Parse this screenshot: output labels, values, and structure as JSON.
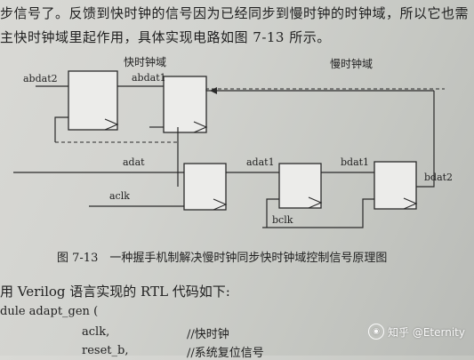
{
  "text": {
    "line1": "步信号了。反馈到快时钟的信号因为已经同步到慢时钟的时钟域，所以它也需",
    "line2": "主快时钟域里起作用，具体实现电路如图 7-13 所示。",
    "code_intro": "用 Verilog 语言实现的 RTL 代码如下:",
    "code": [
      {
        "code": "dule adapt_gen (",
        "comment": ""
      },
      {
        "code": "aclk,",
        "comment": "//快时钟"
      },
      {
        "code": "reset_b,",
        "comment": "//系统复位信号"
      }
    ]
  },
  "figure": {
    "caption": "图 7-13　一种握手机制解决慢时钟同步快时钟域控制信号原理图",
    "labels": {
      "fast_domain": "快时钟域",
      "slow_domain": "慢时钟域",
      "abdat2": "abdat2",
      "abdat1": "abdat1",
      "adat": "adat",
      "aclk": "aclk",
      "adat1": "adat1",
      "bdat1": "bdat1",
      "bclk": "bclk",
      "bdat2": "bdat2"
    }
  },
  "watermark": {
    "text": "知乎 @Eternity",
    "icon": "eye-icon"
  }
}
